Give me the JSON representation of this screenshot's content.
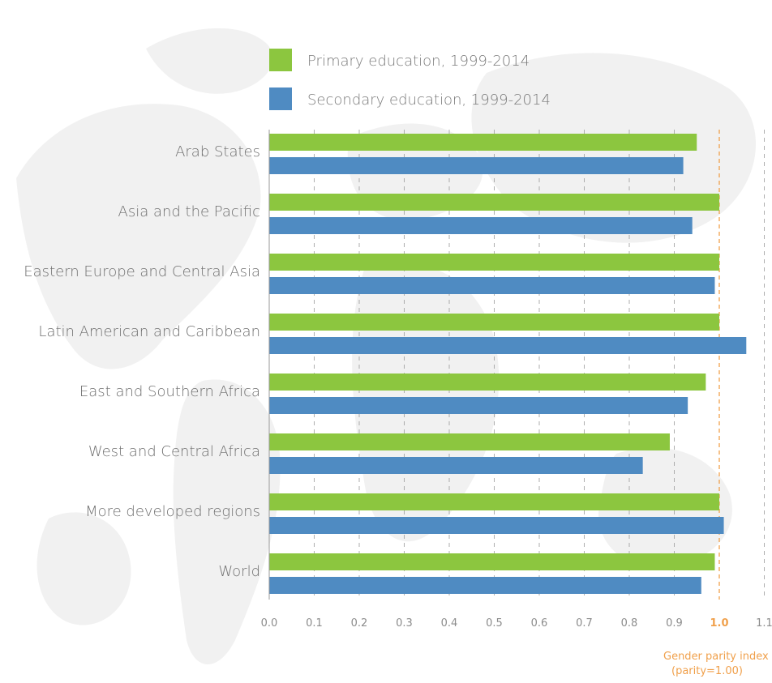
{
  "chart_data": {
    "type": "bar",
    "orientation": "horizontal",
    "categories": [
      "Arab States",
      "Asia and the Pacific",
      "Eastern Europe and Central Asia",
      "Latin American and Caribbean",
      "East and Southern Africa",
      "West and Central Africa",
      "More developed regions",
      "World"
    ],
    "series": [
      {
        "name": "Primary education, 1999-2014",
        "color": "#8cc63f",
        "values": [
          0.95,
          1.0,
          1.0,
          1.0,
          0.97,
          0.89,
          1.0,
          0.99
        ]
      },
      {
        "name": "Secondary education, 1999-2014",
        "color": "#4f8bc2",
        "values": [
          0.92,
          0.94,
          0.99,
          1.06,
          0.93,
          0.83,
          1.01,
          0.96
        ]
      }
    ],
    "xlim": [
      0,
      1.1
    ],
    "x_ticks": [
      "0.0",
      "0.1",
      "0.2",
      "0.3",
      "0.4",
      "0.5",
      "0.6",
      "0.7",
      "0.8",
      "0.9",
      "1.0",
      "1.1"
    ],
    "highlight_tick": "1.0",
    "reference_line": {
      "value": 1.0,
      "color": "#f0a04b"
    },
    "grid": true,
    "legend": "top-left",
    "annotation": [
      "Gender parity index",
      "(parity=1.00)"
    ],
    "background": "world-map"
  }
}
